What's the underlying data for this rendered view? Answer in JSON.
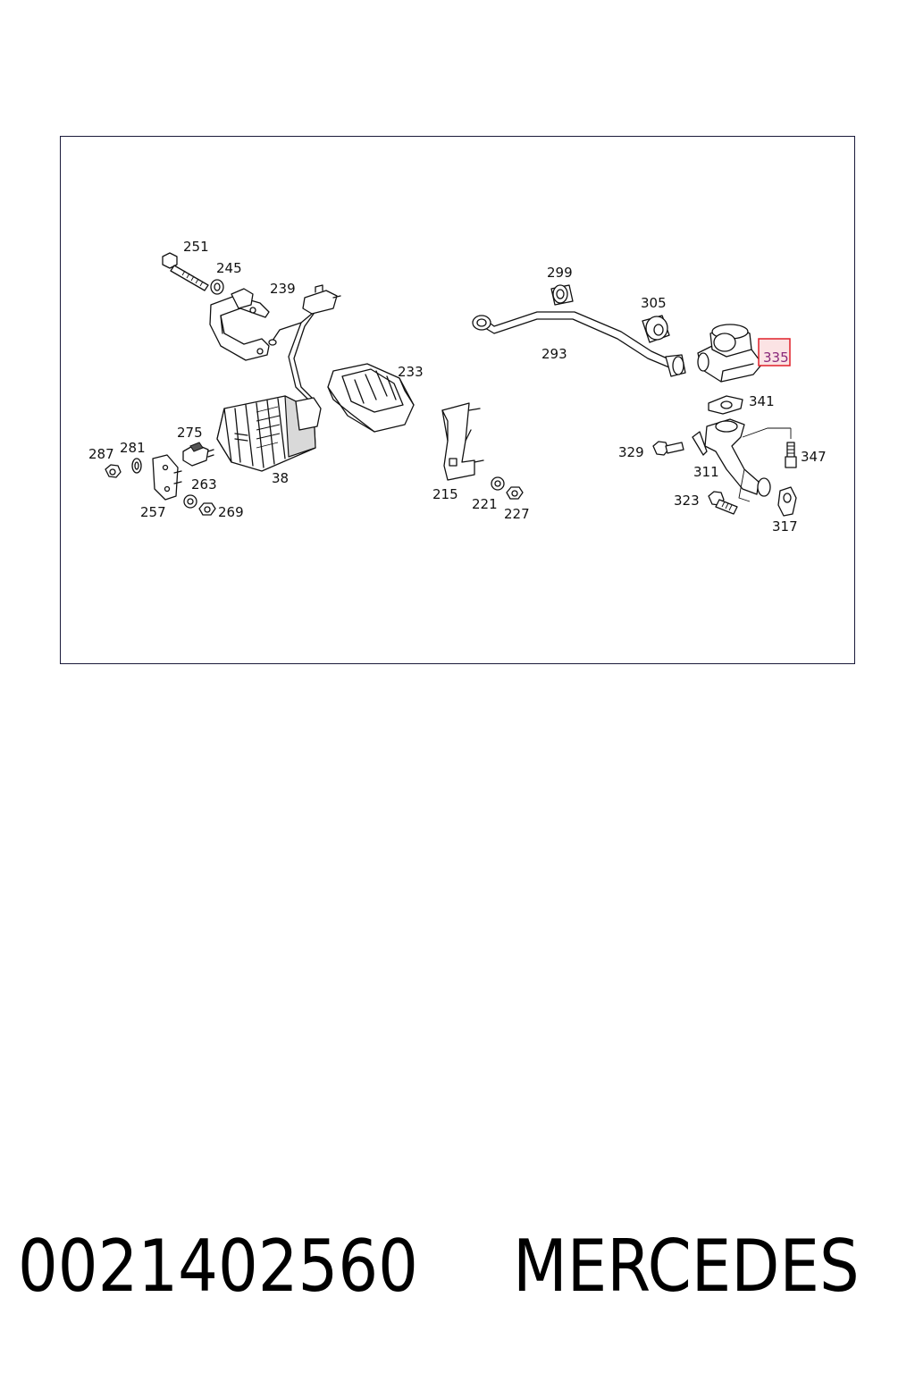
{
  "diagram": {
    "labels": {
      "251": "251",
      "245": "245",
      "239": "239",
      "233": "233",
      "38": "38",
      "275": "275",
      "287": "287",
      "281": "281",
      "257": "257",
      "263": "263",
      "269": "269",
      "215": "215",
      "221": "221",
      "227": "227",
      "299": "299",
      "293": "293",
      "305": "305",
      "335": "335",
      "341": "341",
      "329": "329",
      "311": "311",
      "347": "347",
      "323": "323",
      "317": "317"
    },
    "highlight": {
      "label": "335",
      "color": "#e0202a"
    }
  },
  "footer": {
    "part_number": "0021402560",
    "brand": "MERCEDES"
  }
}
